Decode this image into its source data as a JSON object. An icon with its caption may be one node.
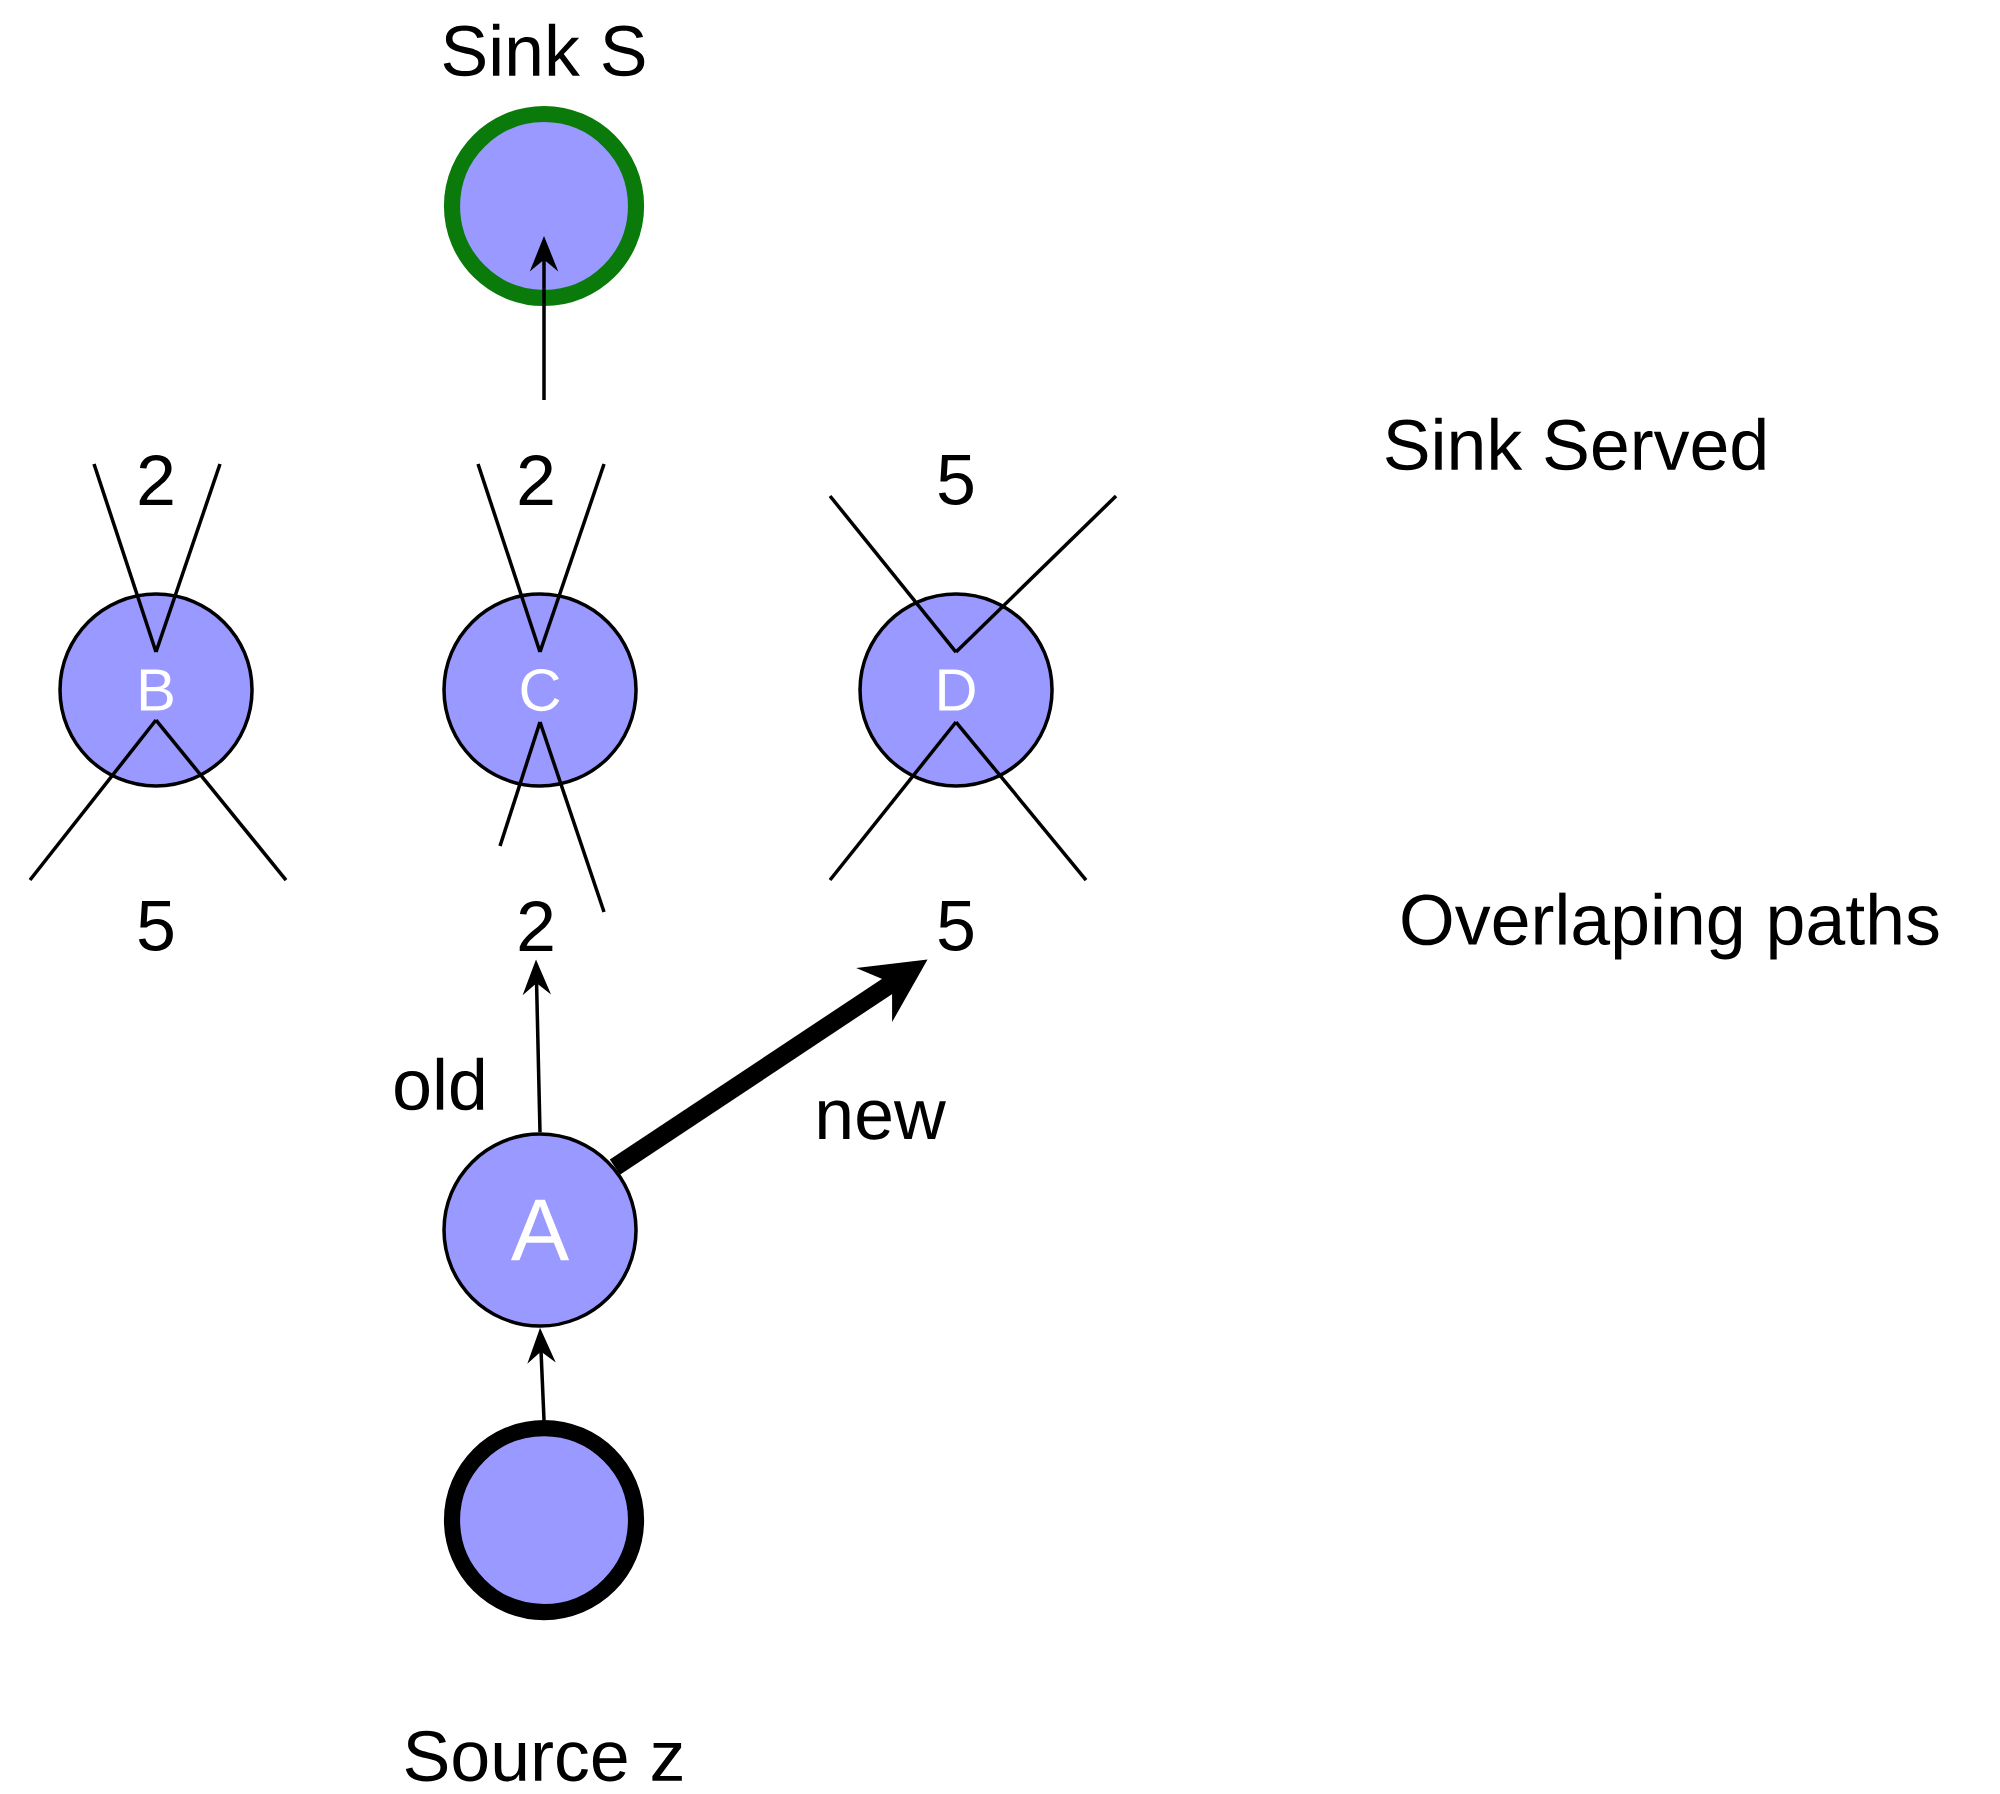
{
  "diagram": {
    "nodes": [
      {
        "text": [
          "Sink S"
        ]
      },
      {
        "text": [
          "B"
        ]
      },
      {
        "text": [
          "C"
        ]
      },
      {
        "text": [
          "D"
        ]
      },
      {
        "text": [
          "2"
        ]
      },
      {
        "text": [
          "5"
        ]
      },
      {
        "text": [
          "A"
        ]
      },
      {
        "text": [
          "Source z"
        ]
      }
    ],
    "edges": [
      {
        "from": 7,
        "to": 6,
        "arrow": "to"
      },
      {
        "from": 6,
        "to": 4,
        "arrow": "to",
        "label": "old"
      },
      {
        "from": 6,
        "to": 5,
        "arrow": "to",
        "label": "new",
        "style": "thick"
      },
      {
        "from": null,
        "to": 0,
        "arrow": "to"
      },
      {
        "from": 1,
        "to": null,
        "arrow": "none"
      },
      {
        "from": 1,
        "to": null,
        "arrow": "none"
      },
      {
        "from": 1,
        "to": null,
        "arrow": "none"
      },
      {
        "from": 1,
        "to": null,
        "arrow": "none"
      },
      {
        "from": 2,
        "to": null,
        "arrow": "none"
      },
      {
        "from": 2,
        "to": null,
        "arrow": "none"
      },
      {
        "from": 2,
        "to": null,
        "arrow": "none"
      },
      {
        "from": 2,
        "to": null,
        "arrow": "none"
      },
      {
        "from": 3,
        "to": null,
        "arrow": "none"
      },
      {
        "from": 3,
        "to": null,
        "arrow": "none"
      },
      {
        "from": 3,
        "to": null,
        "arrow": "none"
      },
      {
        "from": 3,
        "to": null,
        "arrow": "none"
      }
    ],
    "labels": [
      "2",
      "2",
      "5",
      "Sink Served",
      "5",
      "Overlaping paths"
    ]
  }
}
